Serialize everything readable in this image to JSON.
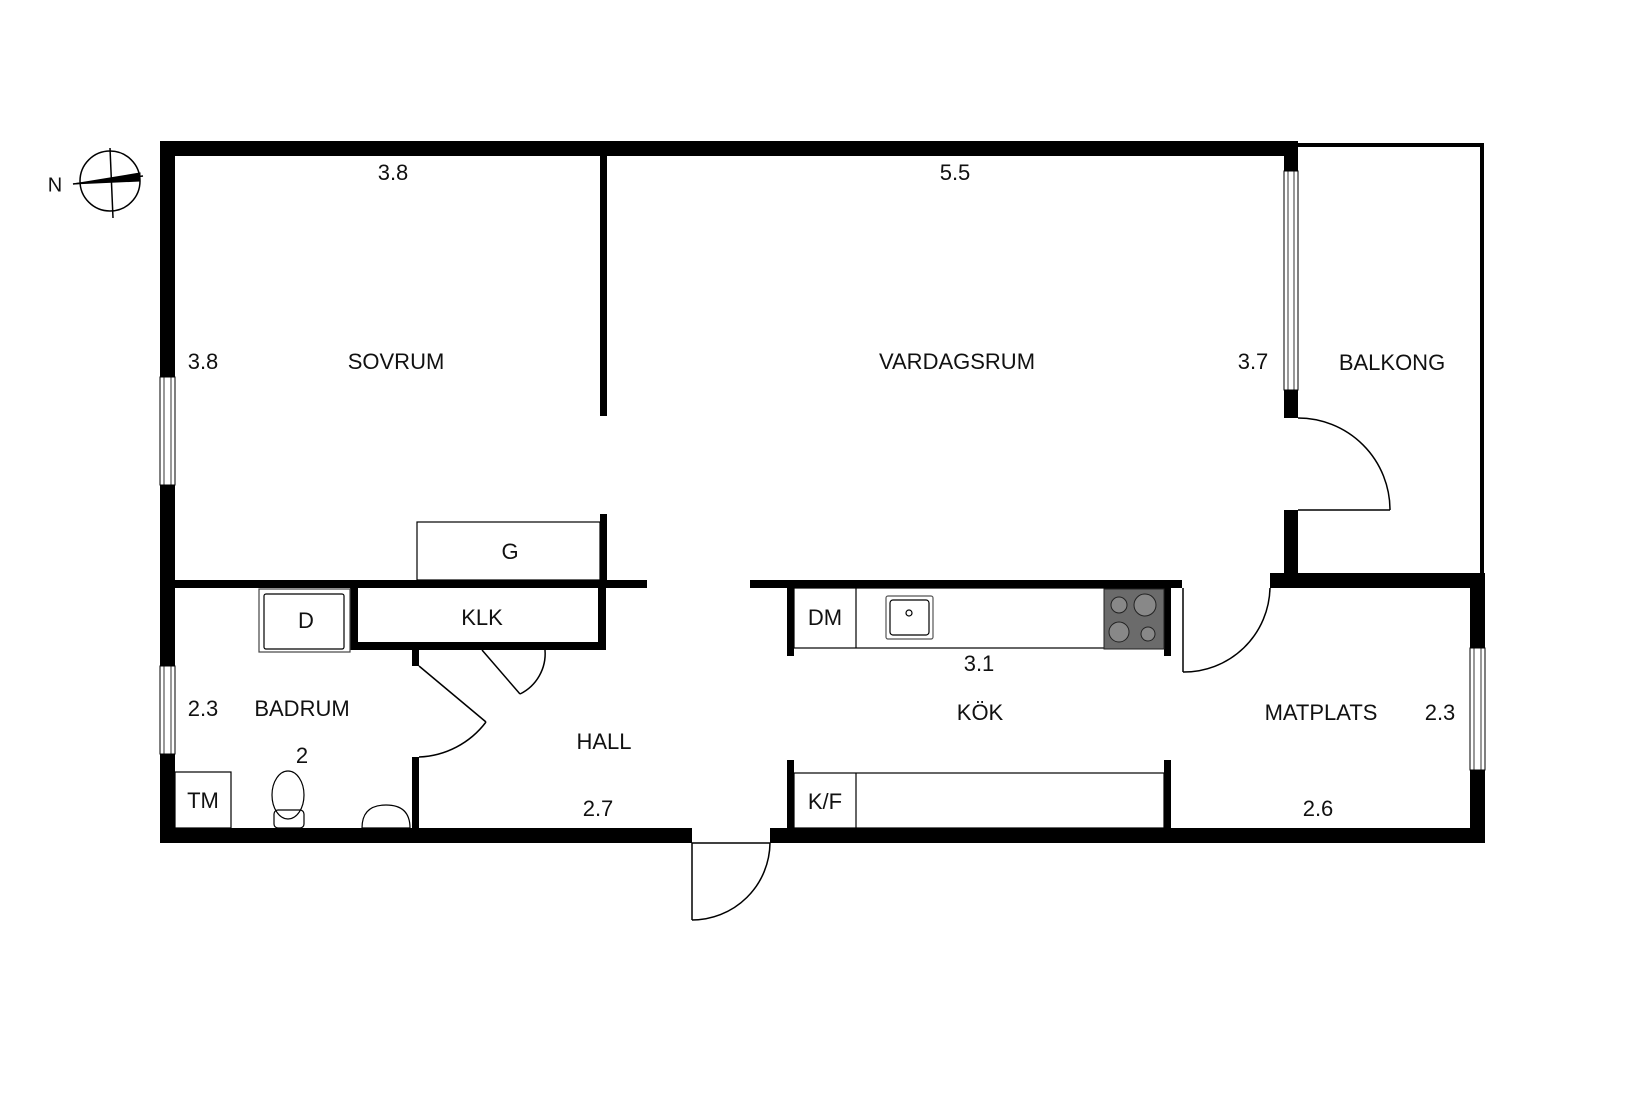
{
  "compass": {
    "label": "N"
  },
  "rooms": {
    "sovrum": {
      "name": "SOVRUM",
      "width": "3.8",
      "depth": "3.8"
    },
    "vardagsrum": {
      "name": "VARDAGSRUM",
      "width": "5.5",
      "depth": "3.7"
    },
    "balkong": {
      "name": "BALKONG"
    },
    "badrum": {
      "name": "BADRUM",
      "width": "2",
      "depth": "2.3"
    },
    "hall": {
      "name": "HALL",
      "width": "2.7"
    },
    "kok": {
      "name": "KÖK",
      "width": "3.1"
    },
    "matplats": {
      "name": "MATPLATS",
      "width": "2.6",
      "depth": "2.3"
    }
  },
  "fixtures": {
    "garderob": "G",
    "klk": "KLK",
    "dusch": "D",
    "tvattmaskin": "TM",
    "diskmaskin": "DM",
    "kyl_frys": "K/F"
  }
}
